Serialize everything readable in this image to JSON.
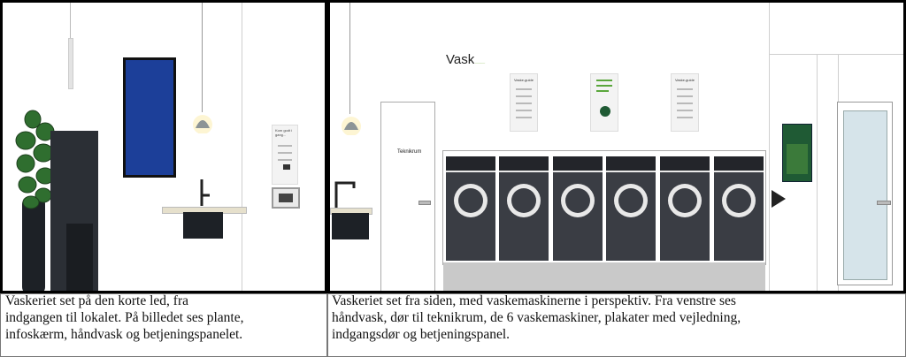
{
  "left_scene": {
    "info_screen_heading": "Kom godt i gang..."
  },
  "right_scene": {
    "title": "Vask",
    "title_small": "_____",
    "door_label": "Teknikrum",
    "poster_left_title": "Vaske-guide",
    "poster_right_title": "Vaske-guide",
    "washer_count": 6
  },
  "captions": {
    "left": "Vaskeriet set på den korte led, fra\nindgangen til lokalet. På billedet ses plante,\ninfoskærm, håndvask og betjeningspanelet.",
    "right": "Vaskeriet set fra siden, med vaskemaskinerne i perspektiv. Fra venstre ses\nhåndvask, dør til teknikrum, de 6 vaskemaskiner, plakater med vejledning,\nindgangsdør og betjeningspanel."
  },
  "colors": {
    "screen_blue": "#1c3f99",
    "washer_body": "#3a3d44",
    "plant_green": "#2f6e2f",
    "poster_green": "#1f5a34",
    "door_glass": "#d6e4ea"
  }
}
